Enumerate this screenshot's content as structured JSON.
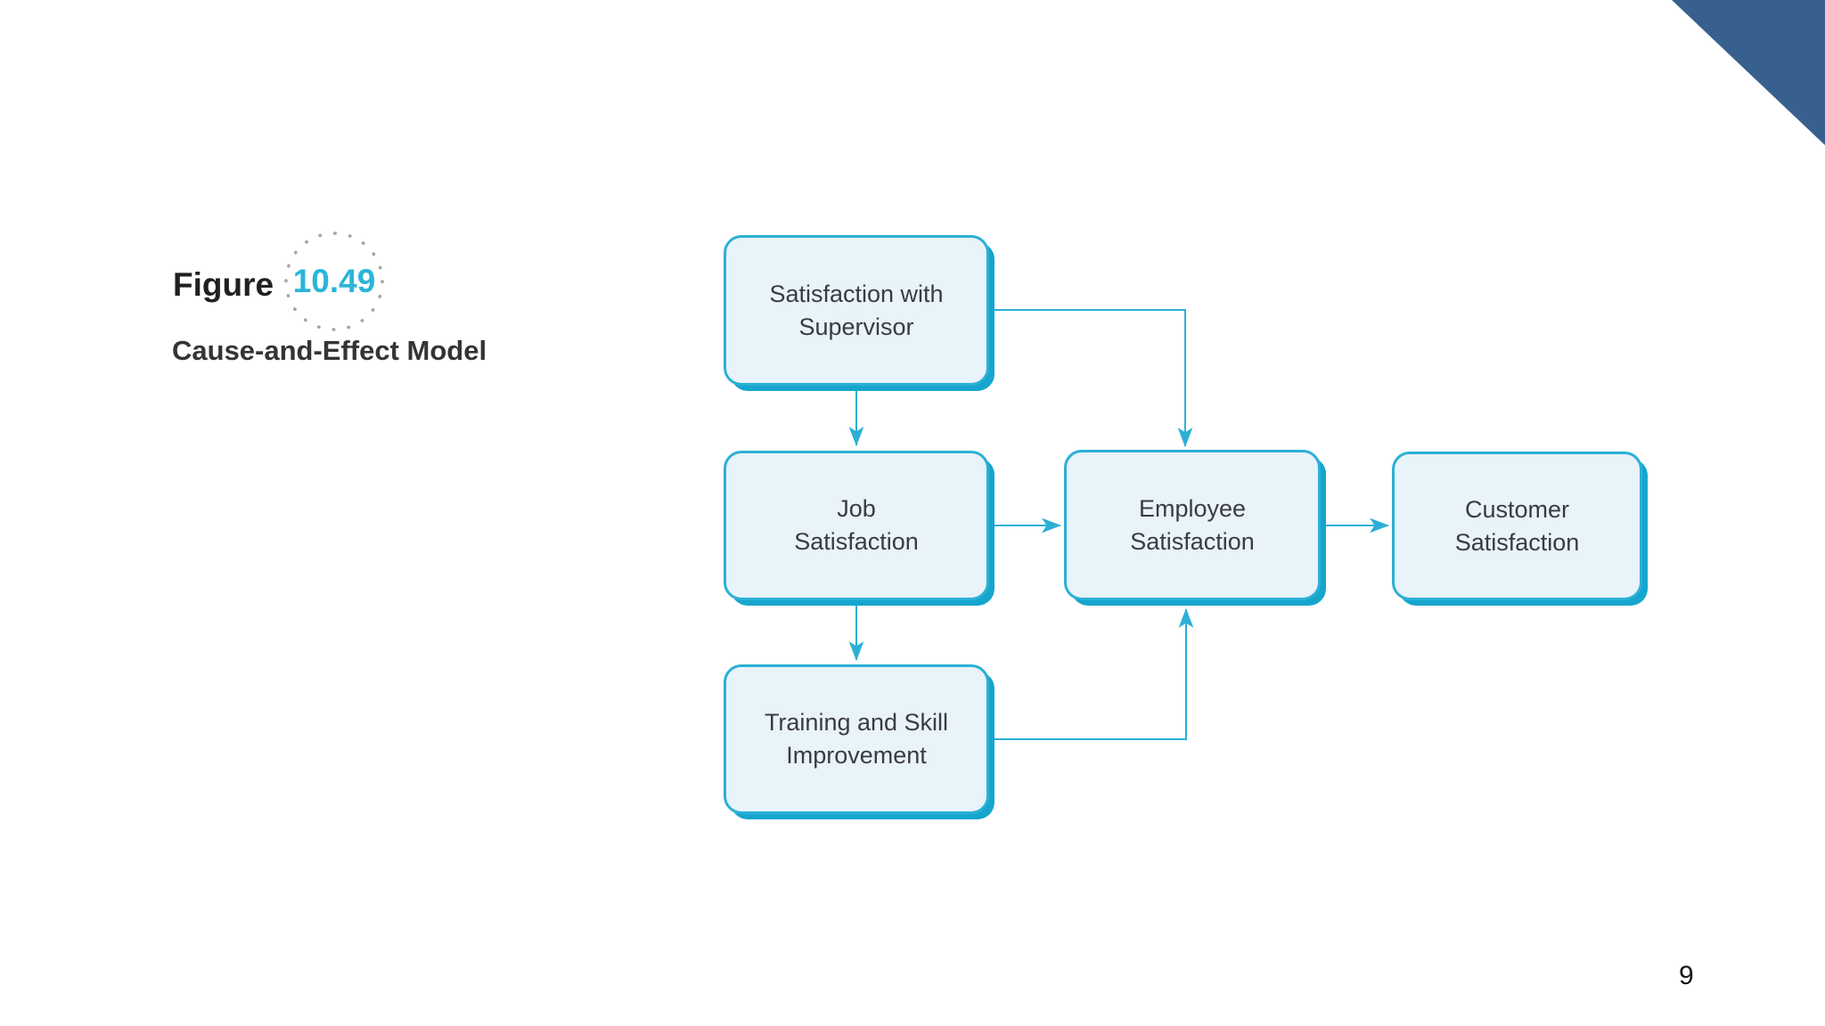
{
  "slide": {
    "page_number": "9"
  },
  "figure": {
    "label": "Figure",
    "number": "10.49",
    "subtitle": "Cause-and-Effect Model"
  },
  "diagram": {
    "type": "flowchart",
    "nodes": [
      {
        "id": "satisfaction-with-supervisor",
        "label": "Satisfaction with\nSupervisor"
      },
      {
        "id": "job-satisfaction",
        "label": "Job\nSatisfaction"
      },
      {
        "id": "employee-satisfaction",
        "label": "Employee\nSatisfaction"
      },
      {
        "id": "customer-satisfaction",
        "label": "Customer\nSatisfaction"
      },
      {
        "id": "training-and-skill-improvement",
        "label": "Training and Skill\nImprovement"
      }
    ],
    "edges": [
      {
        "from": "satisfaction-with-supervisor",
        "to": "job-satisfaction"
      },
      {
        "from": "satisfaction-with-supervisor",
        "to": "employee-satisfaction"
      },
      {
        "from": "job-satisfaction",
        "to": "employee-satisfaction"
      },
      {
        "from": "job-satisfaction",
        "to": "training-and-skill-improvement"
      },
      {
        "from": "training-and-skill-improvement",
        "to": "employee-satisfaction"
      },
      {
        "from": "employee-satisfaction",
        "to": "customer-satisfaction"
      }
    ]
  },
  "colors": {
    "accent": "#38608e",
    "node-fill": "#e9f3fa",
    "node-border": "#2bb0d5",
    "node-shadow": "#15a5cd",
    "connector": "#2bb0d5",
    "figure-number": "#2ab5d8"
  }
}
